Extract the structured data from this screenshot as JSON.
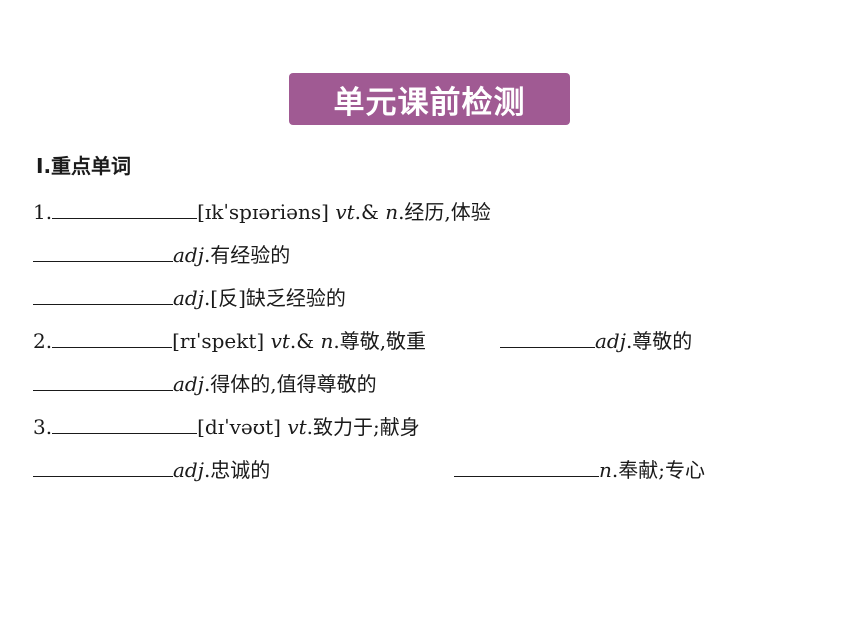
{
  "header": {
    "title": "单元课前检测"
  },
  "section": {
    "title": "Ⅰ.重点单词"
  },
  "lines": [
    {
      "num": "1.",
      "phon": "[ɪkˈspɪəriəns] ",
      "pos1": "vt",
      "mid": ".& ",
      "pos2": "n",
      "meaning": ".经历,体验"
    },
    {
      "pos": "adj",
      "meaning": ".有经验的"
    },
    {
      "pos": "adj",
      "meaning": ".[反]缺乏经验的"
    },
    {
      "num": "2.",
      "phon": "[rɪˈspekt] ",
      "pos1": "vt",
      "mid": ".& ",
      "pos2": "n",
      "meaning": ".尊敬,敬重",
      "pos3": "adj",
      "meaning2": ".尊敬的"
    },
    {
      "pos": "adj",
      "meaning": ".得体的,值得尊敬的"
    },
    {
      "num": "3.",
      "phon": "[dɪˈvəʊt] ",
      "pos1": "vt",
      "meaning": ".致力于;献身"
    },
    {
      "pos": "adj",
      "meaning": ".忠诚的",
      "pos2": "n",
      "meaning2": ".奉献;专心"
    }
  ]
}
